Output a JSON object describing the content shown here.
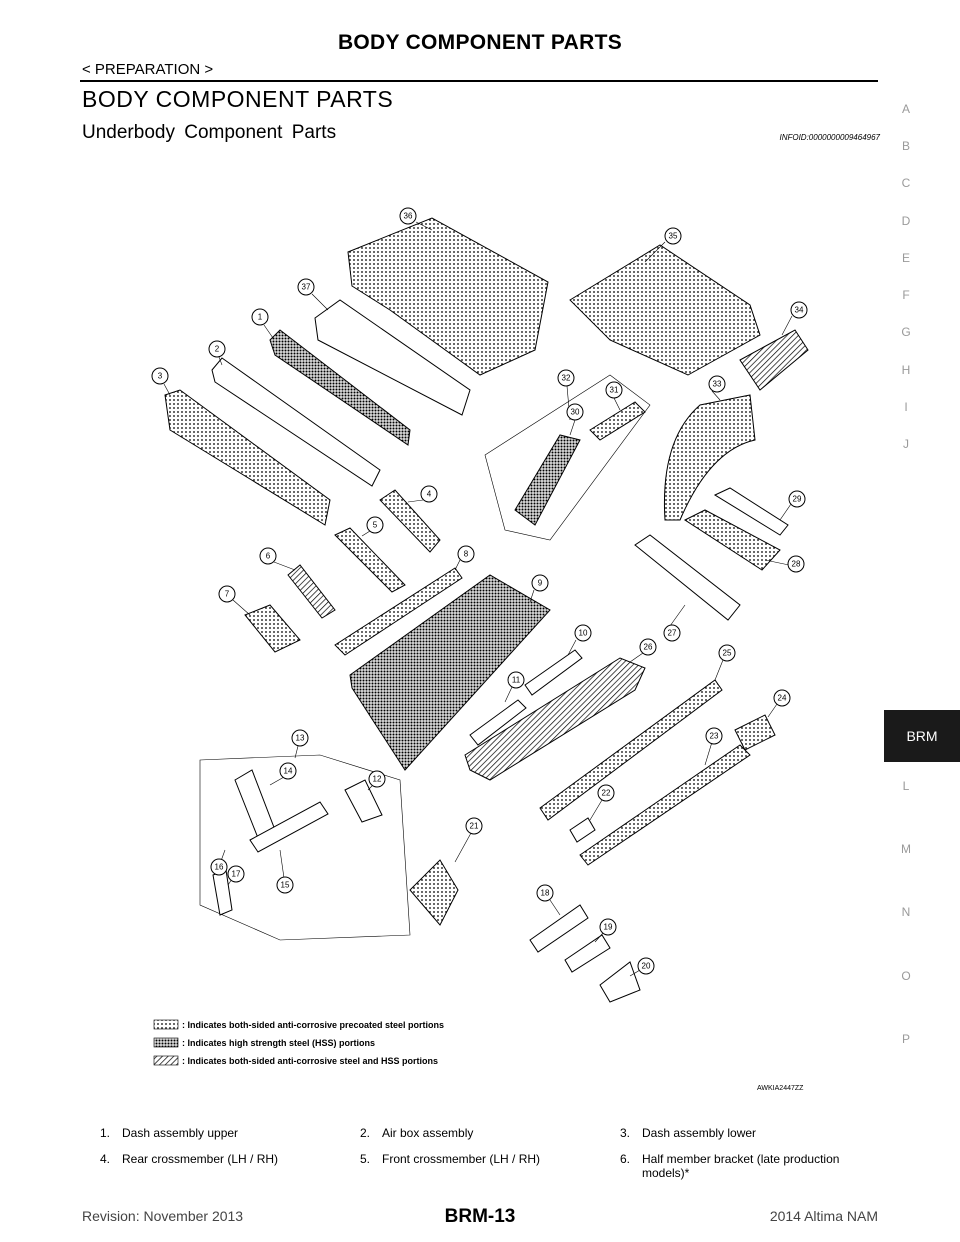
{
  "header": {
    "title": "BODY COMPONENT PARTS",
    "section": "< PREPARATION >"
  },
  "section_heading": "BODY COMPONENT PARTS",
  "subsection_heading": "Underbody Component Parts",
  "infoid": "INFOID:0000000009464967",
  "side_index": {
    "letters": [
      "A",
      "B",
      "C",
      "D",
      "E",
      "F",
      "G",
      "H",
      "I",
      "J",
      "BRM",
      "L",
      "M",
      "N",
      "O",
      "P"
    ],
    "active": "BRM"
  },
  "figure": {
    "callouts": [
      "1",
      "2",
      "3",
      "4",
      "5",
      "6",
      "7",
      "8",
      "9",
      "10",
      "11",
      "12",
      "13",
      "14",
      "15",
      "16",
      "17",
      "18",
      "19",
      "20",
      "21",
      "22",
      "23",
      "24",
      "25",
      "26",
      "27",
      "28",
      "29",
      "30",
      "31",
      "32",
      "33",
      "34",
      "35",
      "36",
      "37"
    ],
    "legend": [
      ": Indicates both-sided anti-corrosive precoated steel portions",
      ": Indicates high strength steel (HSS) portions",
      ": Indicates both-sided anti-corrosive steel and HSS portions"
    ],
    "code": "AWKIA2447ZZ"
  },
  "parts": [
    {
      "num": "1.",
      "name": "Dash assembly upper"
    },
    {
      "num": "2.",
      "name": "Air box assembly"
    },
    {
      "num": "3.",
      "name": "Dash assembly lower"
    },
    {
      "num": "4.",
      "name": "Rear crossmember (LH / RH)"
    },
    {
      "num": "5.",
      "name": "Front crossmember (LH / RH)"
    },
    {
      "num": "6.",
      "name": "Half member bracket (late production models)*"
    }
  ],
  "footer": {
    "revision": "Revision: November 2013",
    "page": "BRM-13",
    "model": "2014 Altima NAM"
  }
}
